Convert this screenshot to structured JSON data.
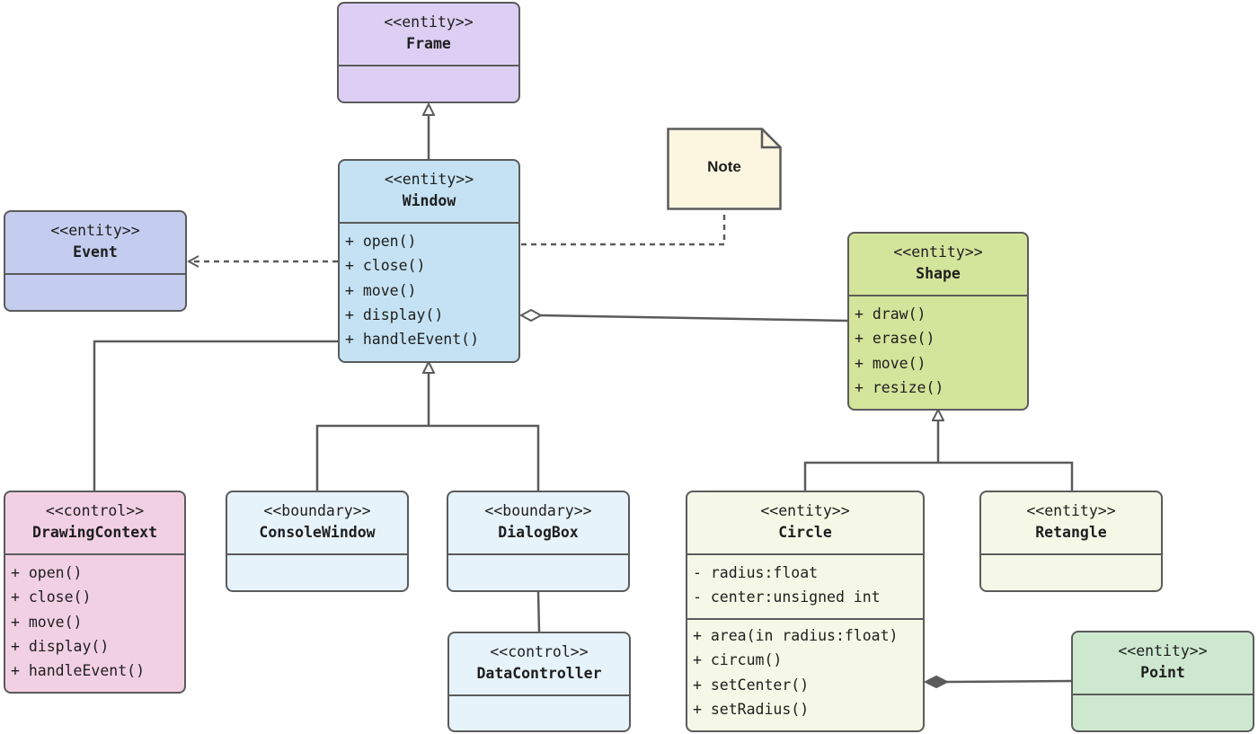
{
  "colors": {
    "frame": "#dccff3",
    "window": "#c4e2f3",
    "event": "#c4cdef",
    "shape": "#d3e49b",
    "drawing_context": "#f2d0e4",
    "boundary": "#e6f3fa",
    "circle": "#f5f8e6",
    "point": "#cde8cf",
    "note": "#fcf6e1",
    "stroke": "#5b5b5b"
  },
  "classes": {
    "frame": {
      "stereotype": "<<entity>>",
      "name": "Frame"
    },
    "window": {
      "stereotype": "<<entity>>",
      "name": "Window",
      "methods": [
        "+ open()",
        "+ close()",
        "+ move()",
        "+ display()",
        "+ handleEvent()"
      ]
    },
    "event": {
      "stereotype": "<<entity>>",
      "name": "Event"
    },
    "shape": {
      "stereotype": "<<entity>>",
      "name": "Shape",
      "methods": [
        "+ draw()",
        "+ erase()",
        "+ move()",
        "+ resize()"
      ]
    },
    "drawing_context": {
      "stereotype": "<<control>>",
      "name": "DrawingContext",
      "methods": [
        "+ open()",
        "+ close()",
        "+ move()",
        "+ display()",
        "+ handleEvent()"
      ]
    },
    "console_window": {
      "stereotype": "<<boundary>>",
      "name": "ConsoleWindow"
    },
    "dialog_box": {
      "stereotype": "<<boundary>>",
      "name": "DialogBox"
    },
    "data_controller": {
      "stereotype": "<<control>>",
      "name": "DataController"
    },
    "circle": {
      "stereotype": "<<entity>>",
      "name": "Circle",
      "attributes": [
        "- radius:float",
        "- center:unsigned int"
      ],
      "methods": [
        "+ area(in radius:float)",
        "+ circum()",
        "+ setCenter()",
        "+ setRadius()"
      ]
    },
    "retangle": {
      "stereotype": "<<entity>>",
      "name": "Retangle"
    },
    "point": {
      "stereotype": "<<entity>>",
      "name": "Point"
    }
  },
  "note": {
    "text": "Note"
  }
}
